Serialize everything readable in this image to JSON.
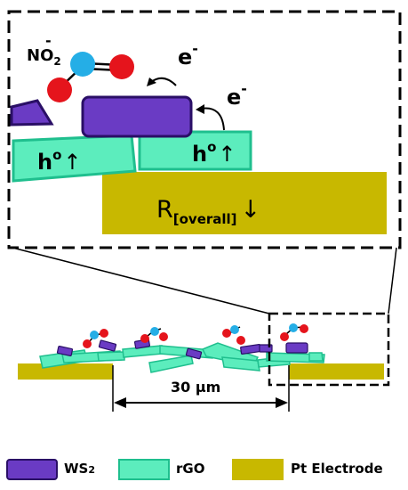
{
  "zoom_inset": {
    "no2_label": "NO",
    "no2_subscript": "2",
    "no2_charge": "-",
    "electron_label_1": "e",
    "electron_sup_1": "-",
    "electron_label_2": "e",
    "electron_sup_2": "-",
    "hole_label_1": "h",
    "hole_sup_1": "o",
    "hole_arrow_1": "↑",
    "hole_label_2": "h",
    "hole_sup_2": "o",
    "hole_arrow_2": "↑",
    "resistance_label": "R",
    "resistance_subscript": "[overall]",
    "resistance_arrow": "↓"
  },
  "overview": {
    "gap_label": "30 µm"
  },
  "legend": {
    "items": [
      {
        "label": "WS2",
        "label_main": "WS",
        "label_sub": "2",
        "color": "#6a3bc4"
      },
      {
        "label": "rGO",
        "color": "#5cedbd"
      },
      {
        "label": "Pt Electrode",
        "color": "#c8b800"
      }
    ]
  },
  "colors": {
    "ws2": "#6a3bc4",
    "rgo": "#5cedbd",
    "rgo_stroke": "#1fbf8e",
    "electrode": "#c8b800",
    "nitrogen": "#25aee6",
    "oxygen": "#e5141c"
  }
}
